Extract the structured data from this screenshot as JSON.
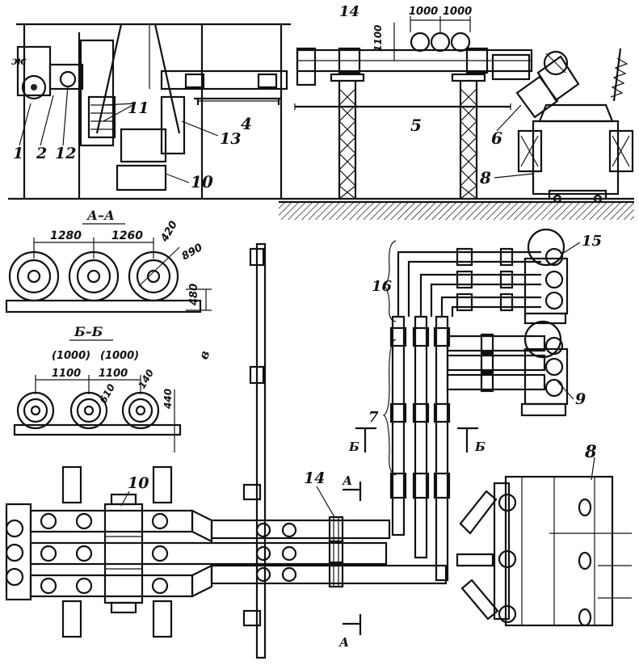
{
  "callouts": {
    "c1": "1",
    "c2": "2",
    "c12": "12",
    "c11": "11",
    "c13": "13",
    "c4": "4",
    "c5": "5",
    "c6": "6",
    "c8_top": "8",
    "c10_top": "10",
    "c14_top": "14",
    "c15": "15",
    "c16": "16",
    "c9": "9",
    "c7": "7",
    "c8_bottom": "8",
    "c10_bottom": "10",
    "c14_bottom": "14"
  },
  "plan_letter": "в",
  "dimensions": {
    "top_1100": "1100",
    "top_1000_a": "1000",
    "top_1000_b": "1000",
    "aa_1280_a": "1280",
    "aa_1260": "1260",
    "aa_420": "420",
    "aa_890": "890",
    "aa_480": "480",
    "bb_paren_1000_a": "(1000)",
    "bb_paren_1000_b": "(1000)",
    "bb_1100_a": "1100",
    "bb_1100_b": "1100",
    "bb_140": "140",
    "bb_610": "610",
    "bb_440": "440"
  },
  "sections": {
    "aa_title": "А–А",
    "bb_title": "Б–Б",
    "cut_a_top": "А",
    "cut_a_bottom": "А",
    "cut_b_left": "Б",
    "cut_b_right": "Б"
  },
  "label_ax": "ж"
}
